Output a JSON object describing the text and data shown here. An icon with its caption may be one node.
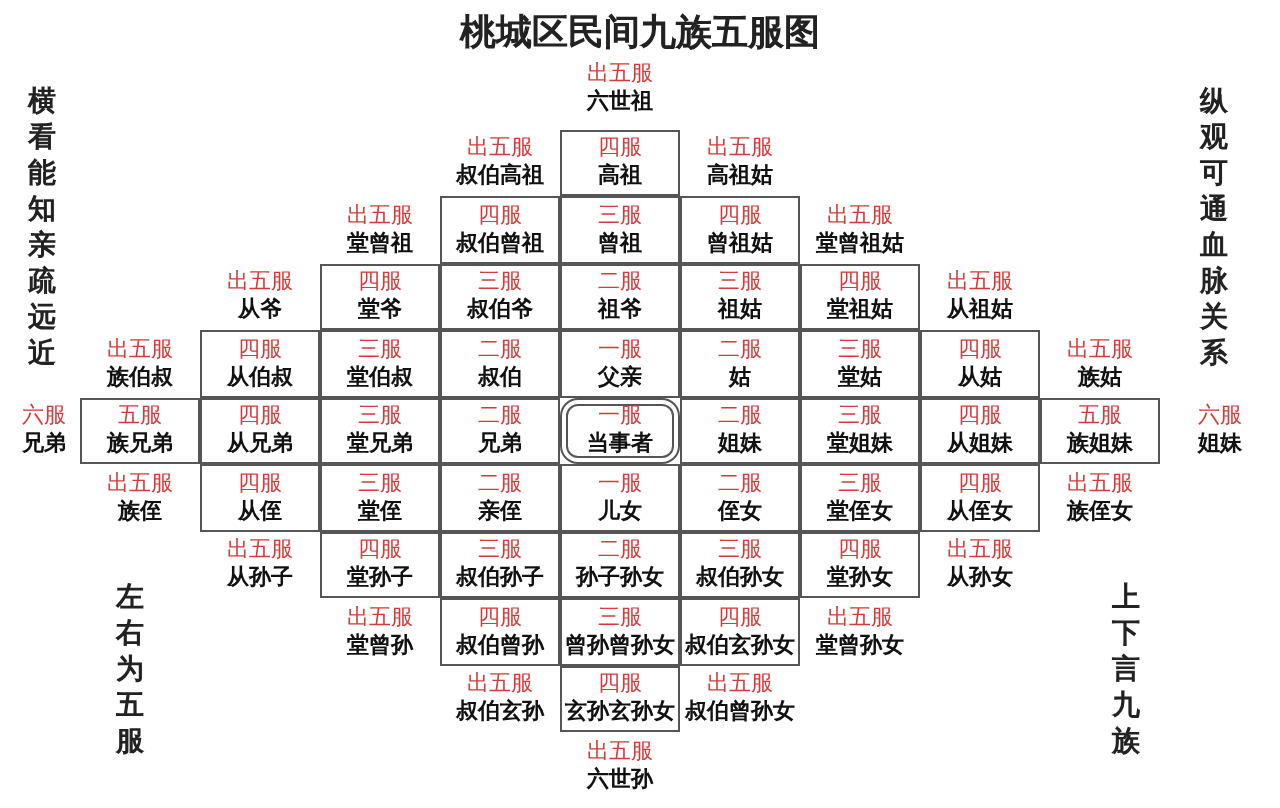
{
  "diagram": {
    "title": "桃城区民间九族五服图",
    "nodes": [
      {
        "text": [
          "四服",
          "高祖"
        ]
      },
      {
        "text": [
          "四服",
          "叔伯曾祖"
        ]
      },
      {
        "text": [
          "三服",
          "曾祖"
        ]
      },
      {
        "text": [
          "四服",
          "曾祖姑"
        ]
      },
      {
        "text": [
          "四服",
          "堂爷"
        ]
      },
      {
        "text": [
          "三服",
          "叔伯爷"
        ]
      },
      {
        "text": [
          "二服",
          "祖爷"
        ]
      },
      {
        "text": [
          "三服",
          "祖姑"
        ]
      },
      {
        "text": [
          "四服",
          "堂祖姑"
        ]
      },
      {
        "text": [
          "四服",
          "从伯叔"
        ]
      },
      {
        "text": [
          "三服",
          "堂伯叔"
        ]
      },
      {
        "text": [
          "二服",
          "叔伯"
        ]
      },
      {
        "text": [
          "一服",
          "父亲"
        ]
      },
      {
        "text": [
          "二服",
          "姑"
        ]
      },
      {
        "text": [
          "三服",
          "堂姑"
        ]
      },
      {
        "text": [
          "四服",
          "从姑"
        ]
      },
      {
        "text": [
          "五服",
          "族兄弟"
        ]
      },
      {
        "text": [
          "四服",
          "从兄弟"
        ]
      },
      {
        "text": [
          "三服",
          "堂兄弟"
        ]
      },
      {
        "text": [
          "二服",
          "兄弟"
        ]
      },
      {
        "text": [
          "一服",
          "当事者"
        ]
      },
      {
        "text": [
          "二服",
          "姐妹"
        ]
      },
      {
        "text": [
          "三服",
          "堂姐妹"
        ]
      },
      {
        "text": [
          "四服",
          "从姐妹"
        ]
      },
      {
        "text": [
          "五服",
          "族姐妹"
        ]
      },
      {
        "text": [
          "四服",
          "从侄"
        ]
      },
      {
        "text": [
          "三服",
          "堂侄"
        ]
      },
      {
        "text": [
          "二服",
          "亲侄"
        ]
      },
      {
        "text": [
          "一服",
          "儿女"
        ]
      },
      {
        "text": [
          "二服",
          "侄女"
        ]
      },
      {
        "text": [
          "三服",
          "堂侄女"
        ]
      },
      {
        "text": [
          "四服",
          "从侄女"
        ]
      },
      {
        "text": [
          "四服",
          "堂孙子"
        ]
      },
      {
        "text": [
          "三服",
          "叔伯孙子"
        ]
      },
      {
        "text": [
          "二服",
          "孙子孙女"
        ]
      },
      {
        "text": [
          "三服",
          "叔伯孙女"
        ]
      },
      {
        "text": [
          "四服",
          "堂孙女"
        ]
      },
      {
        "text": [
          "四服",
          "叔伯曾孙"
        ]
      },
      {
        "text": [
          "三服",
          "曾孙曾孙女"
        ]
      },
      {
        "text": [
          "四服",
          "叔伯玄孙女"
        ]
      },
      {
        "text": [
          "四服",
          "玄孙玄孙女"
        ]
      }
    ],
    "labels": [
      "横看能知亲疏远近",
      "纵观可通血脉关系",
      "出五服",
      "六世祖",
      "出五服",
      "叔伯高祖",
      "出五服",
      "高祖姑",
      "出五服",
      "堂曾祖",
      "出五服",
      "堂曾祖姑",
      "出五服",
      "从爷",
      "出五服",
      "从祖姑",
      "出五服",
      "族伯叔",
      "出五服",
      "族姑",
      "六服",
      "兄弟",
      "六服",
      "姐妹",
      "出五服",
      "族侄",
      "出五服",
      "族侄女",
      "出五服",
      "从孙子",
      "出五服",
      "从孙女",
      "出五服",
      "堂曾孙",
      "出五服",
      "堂曾孙女",
      "出五服",
      "叔伯玄孙",
      "出五服",
      "叔伯曾孙女",
      "出五服",
      "六世孙",
      "左右为五服",
      "上下言九族"
    ]
  }
}
